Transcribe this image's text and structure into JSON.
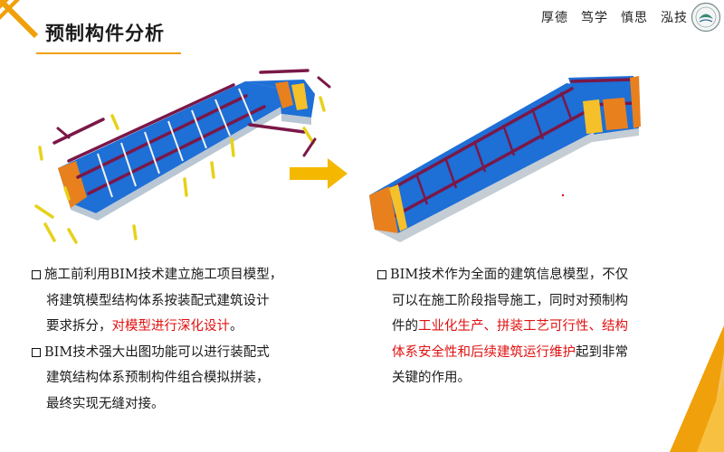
{
  "header": {
    "title": "预制构件分析",
    "motto": [
      "厚德",
      "笃学",
      "慎思",
      "泓技"
    ]
  },
  "colors": {
    "accent": "#f0a00a",
    "highlight": "#e01010",
    "model_blue": "#1e6fd6",
    "model_orange": "#e8801e",
    "model_purple": "#7a1848",
    "arrow": "#f5b800"
  },
  "images": {
    "left": "exploded-bim-model",
    "right": "assembled-bim-model"
  },
  "left_text": {
    "b1_l1": "施工前利用BIM技术建立施工项目模型，",
    "b1_l2": "将建筑模型结构体系按装配式建筑设计",
    "b1_l3a": "要求拆分，",
    "b1_l3b": "对模型进行深化设计",
    "b1_l3c": "。",
    "b2_l1": "BIM技术强大出图功能可以进行装配式",
    "b2_l2": "建筑结构体系预制构件组合模拟拼装，",
    "b2_l3": "最终实现无缝对接。"
  },
  "right_text": {
    "l1": "BIM技术作为全面的建筑信息模型，不仅",
    "l2": "可以在施工阶段指导施工，同时对预制构",
    "l3a": "件的",
    "l3b": "工业化生产、拼装工艺可行性、结构",
    "l4a": "体系安全性和后续建筑运行维护",
    "l4b": "起到非常",
    "l5": "关键的作用。"
  }
}
